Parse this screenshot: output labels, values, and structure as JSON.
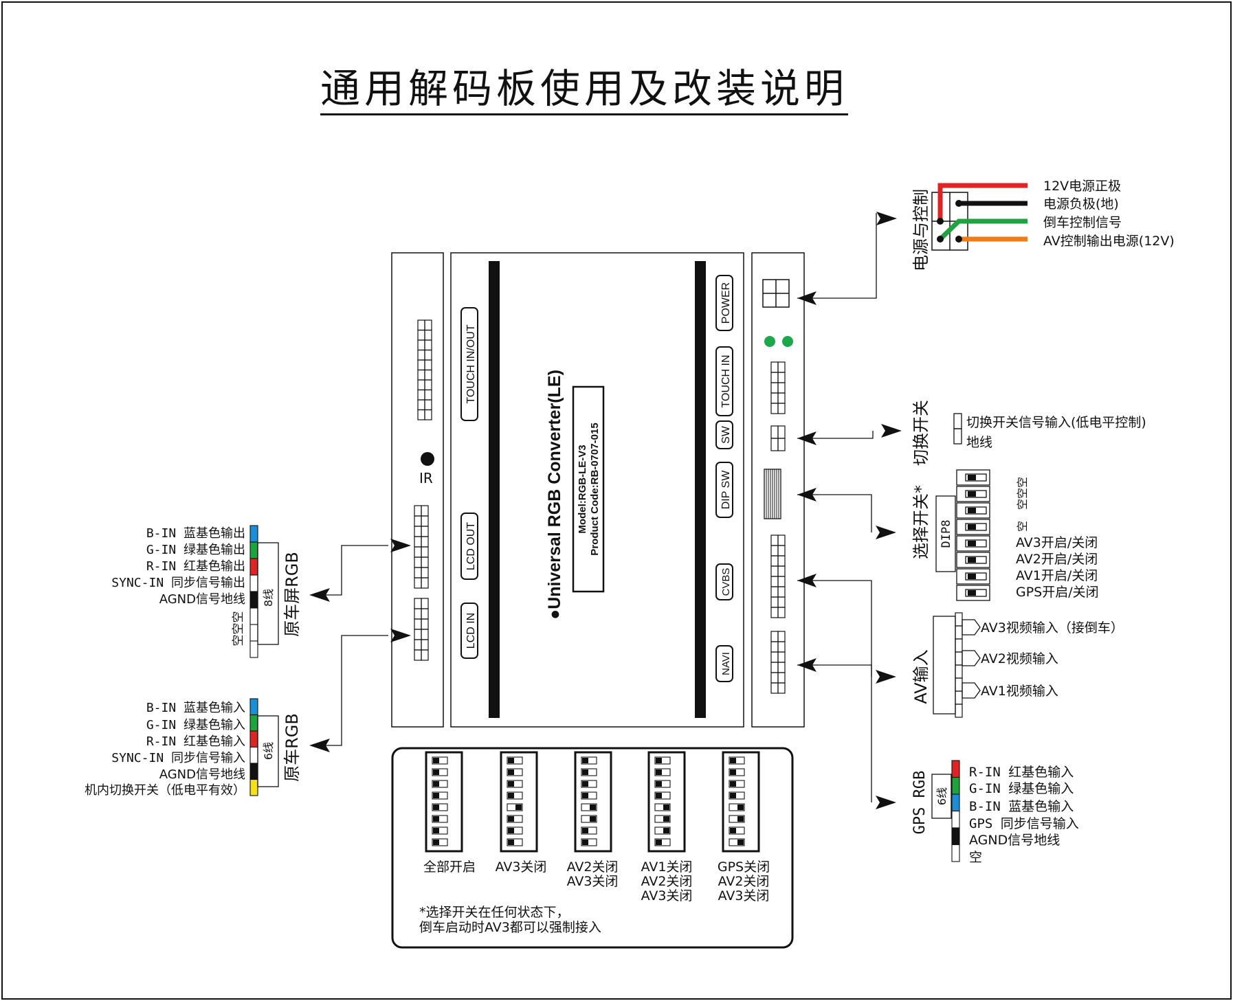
{
  "title": "通用解码板使用及改装说明",
  "colors": {
    "blue": "#1a8fd6",
    "green": "#1ea33f",
    "red": "#e02424",
    "black": "#111111",
    "yellow": "#f3e21a",
    "orange": "#f07d17",
    "led_green": "#1aa84a"
  },
  "power": {
    "group_label": "电源与控制",
    "lines": [
      "12V电源正极",
      "电源负极(地)",
      "倒车控制信号",
      "AV控制输出电源(12V)"
    ]
  },
  "switch": {
    "group_label": "切换开关",
    "lines": [
      "切换开关信号输入(低电平控制)",
      "地线"
    ]
  },
  "dip": {
    "group_label": "选择开关*",
    "tag": "DIP8",
    "empty_label": "空空空",
    "empty_label2": "空",
    "lines": [
      "AV3开启/关闭",
      "AV2开启/关闭",
      "AV1开启/关闭",
      "GPS开启/关闭"
    ]
  },
  "av": {
    "group_label": "AV输入",
    "lines": [
      "AV3视频输入（接倒车）",
      "AV2视频输入",
      "AV1视频输入"
    ]
  },
  "gps": {
    "group_label": "GPS RGB",
    "wire_count": "6线",
    "lines": [
      "R-IN 红基色输入",
      "G-IN 绿基色输入",
      "B-IN 蓝基色输入",
      "GPS 同步信号输入",
      "AGND信号地线",
      "空"
    ]
  },
  "rgb_out": {
    "group_label": "原车屏RGB",
    "wire_count": "8线",
    "lines": [
      "B-IN 蓝基色输出",
      "G-IN 绿基色输出",
      "R-IN 红基色输出",
      "SYNC-IN 同步信号输出",
      "AGND信号地线"
    ],
    "empty_label": "空空空"
  },
  "rgb_in": {
    "group_label": "原车RGB",
    "wire_count": "6线",
    "lines": [
      "B-IN 蓝基色输入",
      "G-IN 绿基色输入",
      "R-IN 红基色输入",
      "SYNC-IN 同步信号输入",
      "AGND信号地线",
      "机内切换开关（低电平有效）"
    ]
  },
  "board": {
    "ir_label": "IR",
    "touch_inout": "TOUCH IN/OUT",
    "lcd_out": "LCD OUT",
    "lcd_in": "LCD IN",
    "product_name": "●Universal RGB Converter(LE)",
    "model": "Model:RGB-LE-V3",
    "product_code": "Product Code:RB-0707-015",
    "power": "POWER",
    "touch_in": "TOUCH IN",
    "sw": "SW",
    "dip_sw": "DIP SW",
    "cvbs": "CVBS",
    "navi": "NAVI"
  },
  "dip_examples": {
    "items": [
      {
        "caption": [
          "全部开启"
        ],
        "off": []
      },
      {
        "caption": [
          "AV3关闭"
        ],
        "off": [
          4
        ]
      },
      {
        "caption": [
          "AV2关闭",
          "AV3关闭"
        ],
        "off": [
          4,
          5
        ]
      },
      {
        "caption": [
          "AV1关闭",
          "AV2关闭",
          "AV3关闭"
        ],
        "off": [
          4,
          5,
          6
        ]
      },
      {
        "caption": [
          "GPS关闭",
          "AV2关闭",
          "AV3关闭"
        ],
        "off": [
          4,
          5,
          7
        ]
      }
    ],
    "note": [
      "*选择开关在任何状态下，",
      "倒车启动时AV3都可以强制接入"
    ]
  }
}
